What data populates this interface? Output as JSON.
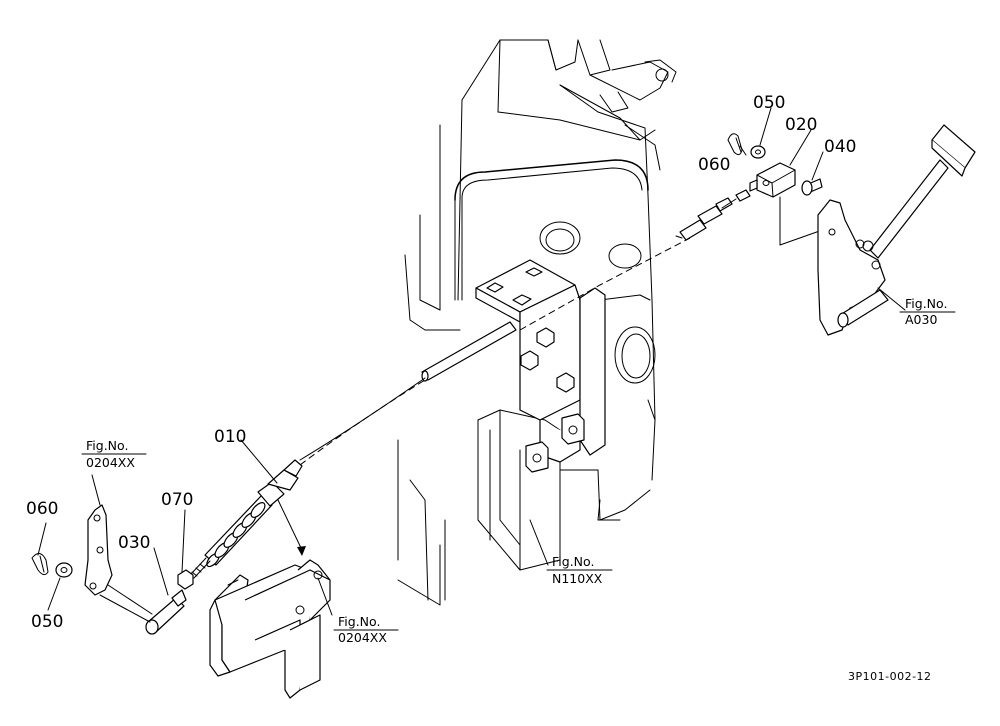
{
  "callouts": {
    "p010": "010",
    "p020": "020",
    "p030": "030",
    "p040": "040",
    "p050_top": "050",
    "p050_left": "050",
    "p060_top": "060",
    "p060_left": "060",
    "p070": "070"
  },
  "figure_refs": {
    "a030": {
      "line1": "Fig.No.",
      "line2": "A030"
    },
    "n110xx": {
      "line1": "Fig.No.",
      "line2": "N110XX"
    },
    "r0204xx_upper": {
      "line1": "Fig.No.",
      "line2": "0204XX"
    },
    "r0204xx_lower": {
      "line1": "Fig.No.",
      "line2": "0204XX"
    }
  },
  "drawing_code": "3P101-002-12"
}
